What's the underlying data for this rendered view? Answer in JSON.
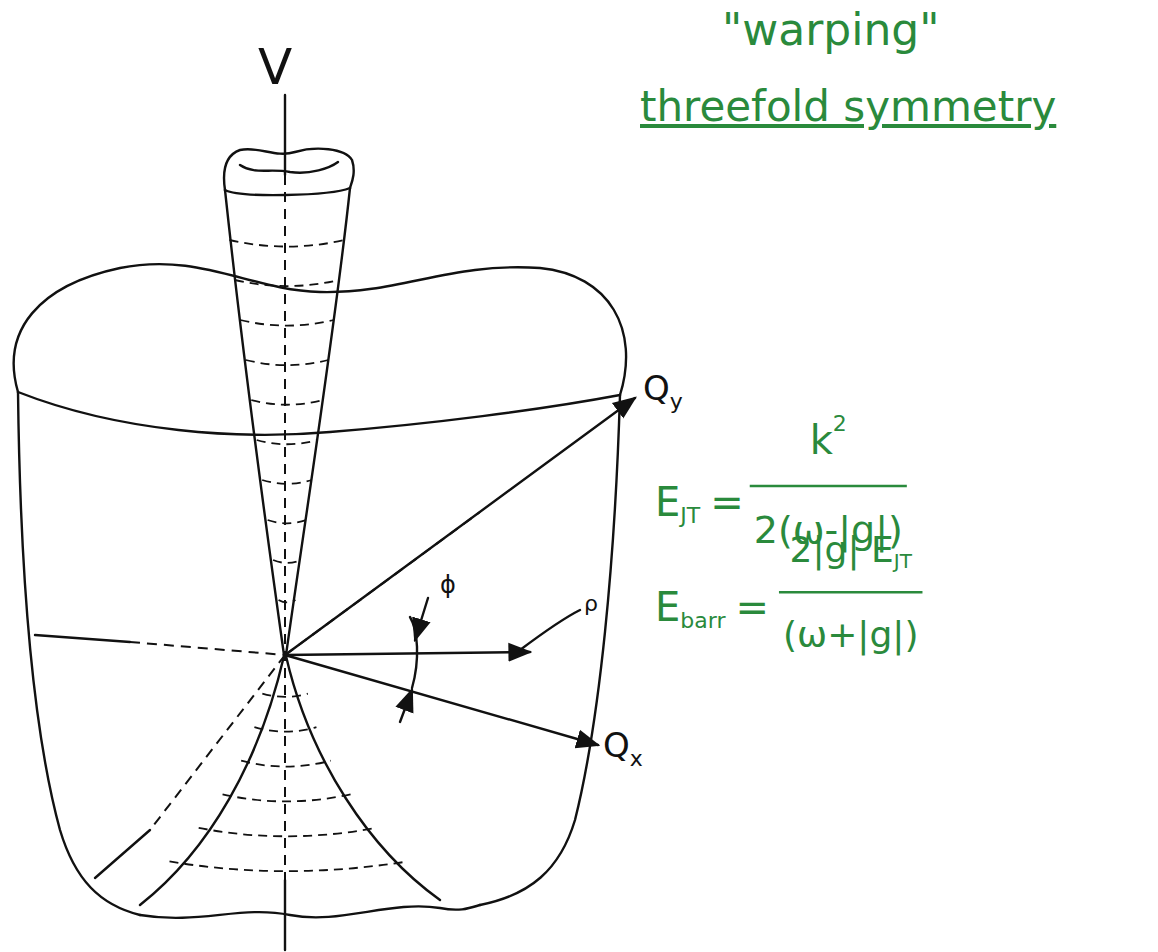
{
  "diagram": {
    "labels": [
      "V",
      "\"warping\"",
      "threefold symmetry",
      "Q",
      "y",
      "Q",
      "x",
      "ϕ",
      "ρ",
      "E",
      "JT",
      "=",
      "k",
      "2",
      "2(ω-|g|)",
      "E",
      "barr",
      "=",
      "2|g| E",
      "JT",
      "(ω+|g|)"
    ]
  }
}
